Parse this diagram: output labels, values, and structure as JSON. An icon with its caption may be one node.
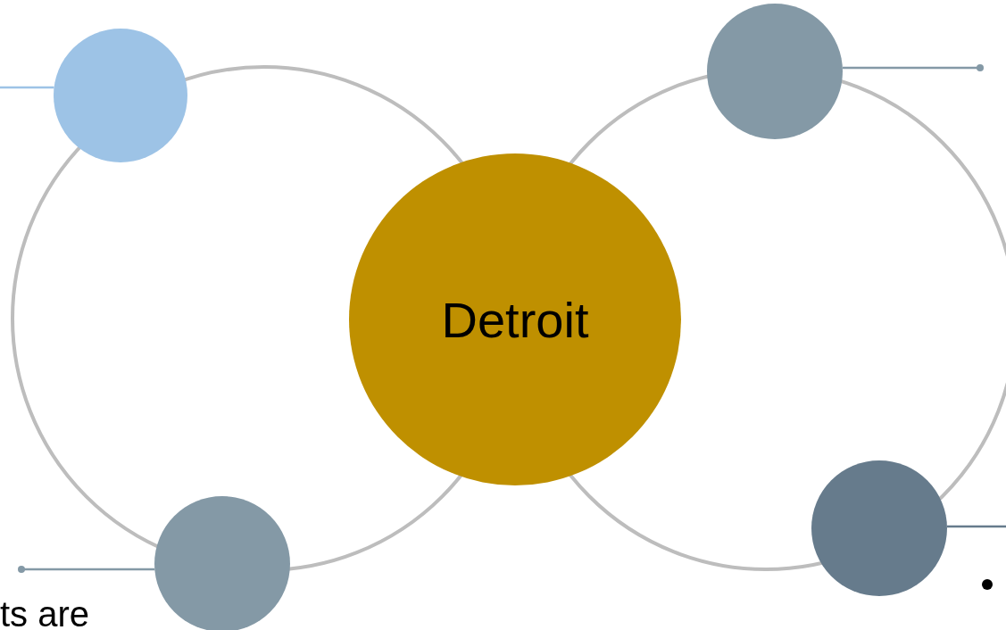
{
  "diagram": {
    "nodes": [
      {
        "text": [
          "Detroit"
        ]
      },
      {
        "text": [],
        "shape": "circle"
      },
      {
        "text": [],
        "shape": "circle"
      },
      {
        "text": [],
        "shape": "circle"
      },
      {
        "text": [],
        "shape": "circle"
      }
    ],
    "edges": [
      {
        "from": 1,
        "to": null,
        "arrow": "none",
        "color": "#9dc3e6"
      },
      {
        "from": 2,
        "to": null,
        "arrow": "other",
        "color": "#8499a6"
      },
      {
        "from": 3,
        "to": null,
        "arrow": "other",
        "color": "#8499a6"
      },
      {
        "from": 4,
        "to": null,
        "arrow": "none",
        "color": "#667b8c"
      }
    ],
    "labels": [
      "ts are"
    ]
  }
}
